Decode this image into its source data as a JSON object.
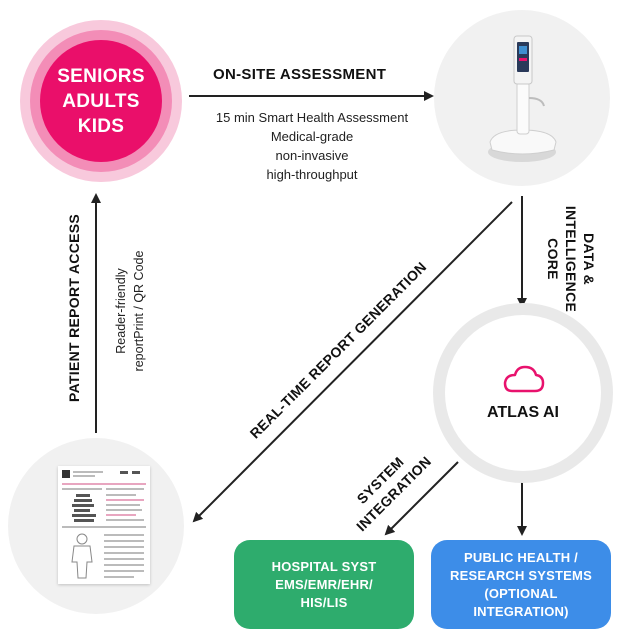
{
  "groups": {
    "line1": "SENIORS",
    "line2": "ADULTS",
    "line3": "KIDS"
  },
  "onsite": {
    "title": "ON-SITE ASSESSMENT",
    "details": [
      "15 min Smart Health Assessment",
      "Medical-grade",
      "non-invasive",
      "high-throughput"
    ]
  },
  "data_core": {
    "line1": "DATA &",
    "line2": "INTELLIGENCE",
    "line3": "CORE"
  },
  "atlas": {
    "label": "ATLAS AI",
    "icon": "cloud-icon",
    "accent": "#e8126d"
  },
  "report_generation": {
    "label": "REAL-TIME REPORT GENERATION"
  },
  "patient_access": {
    "title": "PATIENT REPORT ACCESS",
    "detail_line1": "Reader-friendly",
    "detail_line2": "reportPrint / QR Code"
  },
  "system_integration": {
    "line1": "SYSTEM",
    "line2": "INTEGRATION"
  },
  "hospital_box": {
    "line1": "HOSPITAL SYST",
    "line2": "EMS/EMR/EHR/",
    "line3": "HIS/LIS",
    "color": "#2eac6d"
  },
  "public_box": {
    "line1": "PUBLIC HEALTH /",
    "line2": "RESEARCH SYSTEMS",
    "line3": "(OPTIONAL",
    "line4": "INTEGRATION)",
    "color": "#3d8de8"
  },
  "colors": {
    "pink_primary": "#ea0f6a",
    "pink_mid": "#f38db7",
    "pink_light": "#f8c9dc",
    "arrow": "#222222",
    "disc_grey": "#f1f1f1"
  }
}
